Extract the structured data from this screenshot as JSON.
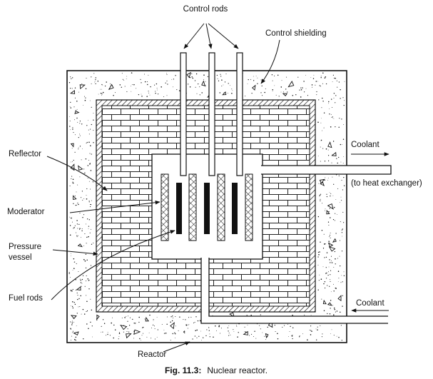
{
  "labels": {
    "control_rods": "Control rods",
    "control_shielding": "Control shielding",
    "reflector": "Reflector",
    "moderator": "Moderator",
    "pressure_vessel_line1": "Pressure",
    "pressure_vessel_line2": "vessel",
    "fuel_rods": "Fuel rods",
    "reactor": "Reactor",
    "coolant_out": "Coolant",
    "to_heat_exchanger": "(to heat exchanger)",
    "coolant_in": "Coolant"
  },
  "caption": {
    "number": "Fig. 11.3:",
    "text": "Nuclear reactor."
  },
  "colors": {
    "ink": "#111111",
    "paper": "#ffffff"
  }
}
